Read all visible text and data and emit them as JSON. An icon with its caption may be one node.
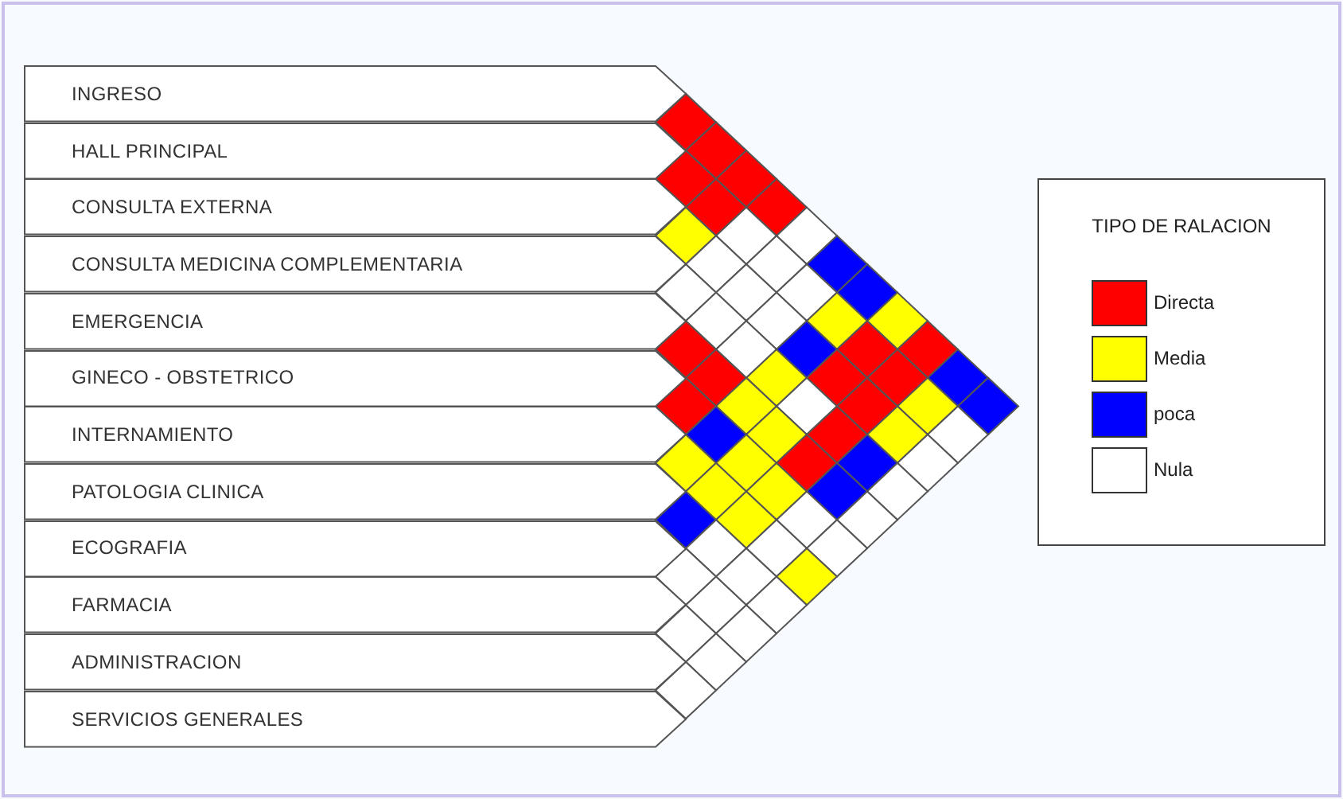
{
  "diagram": {
    "nodes": [
      {
        "text": [
          "INGRESO"
        ]
      },
      {
        "text": [
          "HALL PRINCIPAL"
        ]
      },
      {
        "text": [
          "CONSULTA EXTERNA"
        ]
      },
      {
        "text": [
          "CONSULTA MEDICINA COMPLEMENTARIA"
        ]
      },
      {
        "text": [
          "EMERGENCIA"
        ]
      },
      {
        "text": [
          "GINECO - OBSTETRICO"
        ]
      },
      {
        "text": [
          "INTERNAMIENTO"
        ]
      },
      {
        "text": [
          "PATOLOGIA CLINICA"
        ]
      },
      {
        "text": [
          "ECOGRAFIA"
        ]
      },
      {
        "text": [
          "FARMACIA"
        ]
      },
      {
        "text": [
          "ADMINISTRACION"
        ]
      },
      {
        "text": [
          "SERVICIOS GENERALES"
        ]
      }
    ],
    "labels": [
      "TIPO DE RALACION"
    ],
    "legend": [
      {
        "text": "Directa",
        "color": "#ff0000"
      },
      {
        "text": "Media",
        "color": "#ffff00"
      },
      {
        "text": "poca",
        "color": "#0000ff"
      },
      {
        "text": "Nula",
        "color": "#ffffff"
      }
    ]
  }
}
